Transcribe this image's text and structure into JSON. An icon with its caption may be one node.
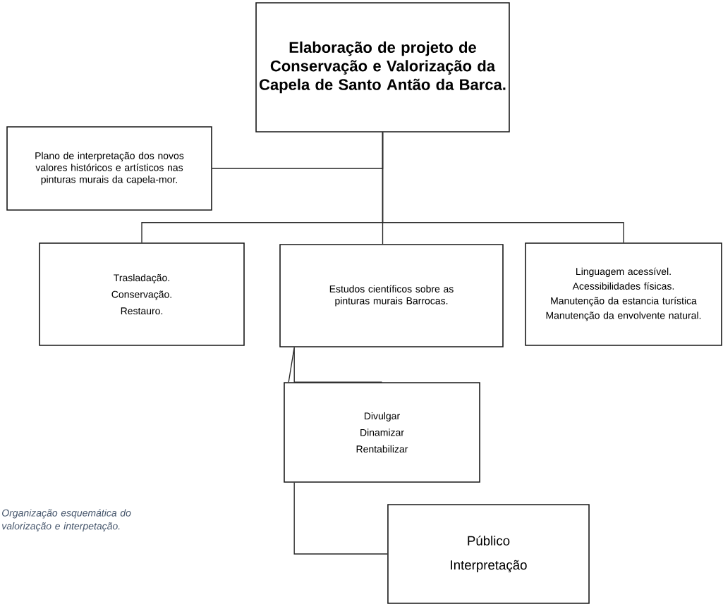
{
  "diagram": {
    "nodes": [
      {
        "text": [
          "Elaboração de projeto de Conservação e Valorização da Capela de Santo Antão da Barca."
        ]
      },
      {
        "text": [
          "Plano de interpretação dos novos valores históricos e artísticos nas pinturas murais da capela-mor."
        ]
      },
      {
        "text": [
          "Trasladação.",
          "Conservação.",
          "Restauro."
        ]
      },
      {
        "text": [
          "Estudos científicos sobre as pinturas murais Barrocas."
        ]
      },
      {
        "text": [
          "Linguagem acessível.",
          "Acessibilidades físicas.",
          "Manutenção da estancia turística",
          "Manutenção da envolvente natural."
        ]
      },
      {
        "text": [
          "Divulgar",
          "Dinamizar",
          "Rentabilizar"
        ]
      },
      {
        "text": [
          "Público",
          "Interpretação"
        ]
      }
    ],
    "edges": [
      {
        "from": 0,
        "to": 1,
        "arrow": "none"
      },
      {
        "from": 0,
        "to": 2,
        "arrow": "none"
      },
      {
        "from": 0,
        "to": 3,
        "arrow": "none"
      },
      {
        "from": 0,
        "to": 4,
        "arrow": "none"
      },
      {
        "from": 3,
        "to": 5,
        "arrow": "none"
      },
      {
        "from": 5,
        "to": 6,
        "arrow": "none"
      }
    ],
    "labels": [
      "Organização esquemática do valorização e interpetação."
    ]
  }
}
